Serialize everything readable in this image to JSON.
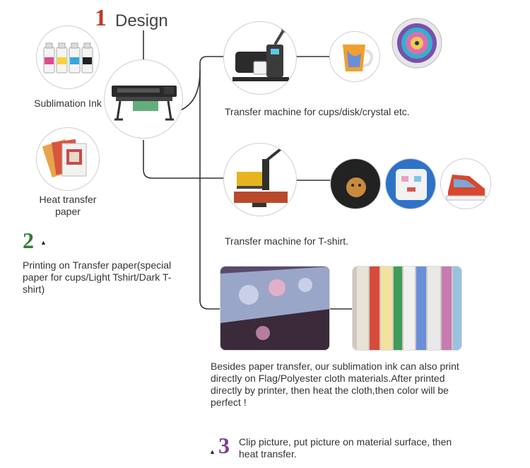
{
  "step1": {
    "number": "1",
    "title": "Design"
  },
  "step2": {
    "number": "2",
    "marker": "▲",
    "text": "Printing on Transfer paper(special paper for cups/Light Tshirt/Dark T-shirt)"
  },
  "step3": {
    "number": "3",
    "marker": "▲",
    "text": "Clip picture, put picture on material surface, then heat transfer."
  },
  "items": {
    "ink": "Sublimation Ink",
    "paper": "Heat transfer paper",
    "cups_machine": "Transfer machine for cups/disk/crystal etc.",
    "tshirt_machine": "Transfer machine for T-shirt.",
    "cloth_text": "Besides paper transfer, our sublimation ink can also print directly on Flag/Polyester cloth materials.After printed directly by printer, then heat the cloth,then color will be perfect !"
  },
  "colors": {
    "step1": "#c0392b",
    "step2": "#2e7d32",
    "step3": "#7b3f8c",
    "line": "#333333"
  }
}
